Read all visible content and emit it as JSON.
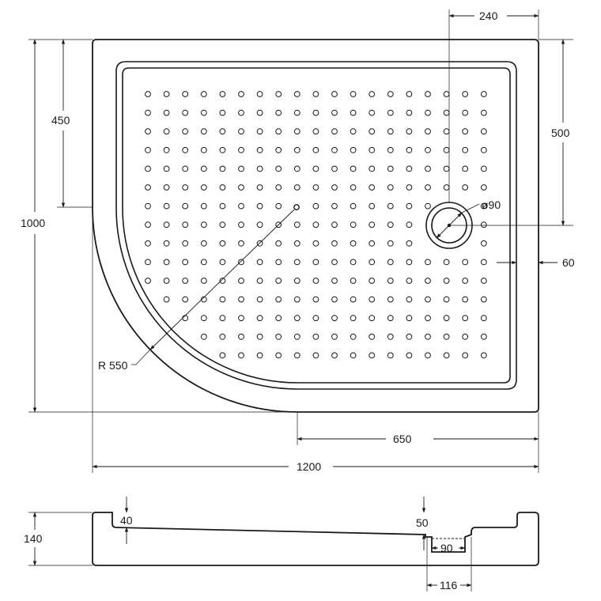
{
  "drawing": {
    "plan": {
      "overall_width": "1200",
      "overall_depth": "1000",
      "straight_side": "450",
      "radius": "R 550",
      "straight_front": "650",
      "drain_offset_side": "240",
      "drain_offset_back": "500",
      "drain_diameter": "ø90",
      "rim_width": "60"
    },
    "section": {
      "height": "140",
      "floor_depth_left": "40",
      "floor_depth_right": "50",
      "drain_opening": "90",
      "drain_housing": "116"
    }
  }
}
